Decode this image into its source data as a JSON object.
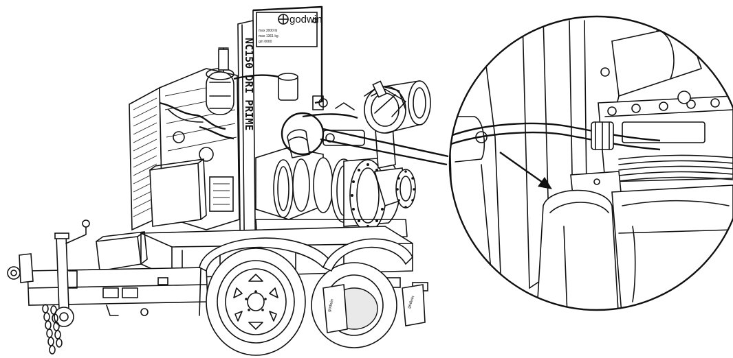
{
  "mast_text": "NC150 DRI PRIME",
  "brand_name": "godwin",
  "plate_line1": "max 3000 lb",
  "plate_line2": "max 1361 kg",
  "plate_line3": "gm 0000",
  "mudflap_left": "godwin",
  "mudflap_right": "godwin",
  "icons": [
    "pump-trailer-illustration",
    "magnifier-detail",
    "arrow-indicator"
  ],
  "colors": {
    "line": "#111111",
    "background": "#ffffff"
  }
}
